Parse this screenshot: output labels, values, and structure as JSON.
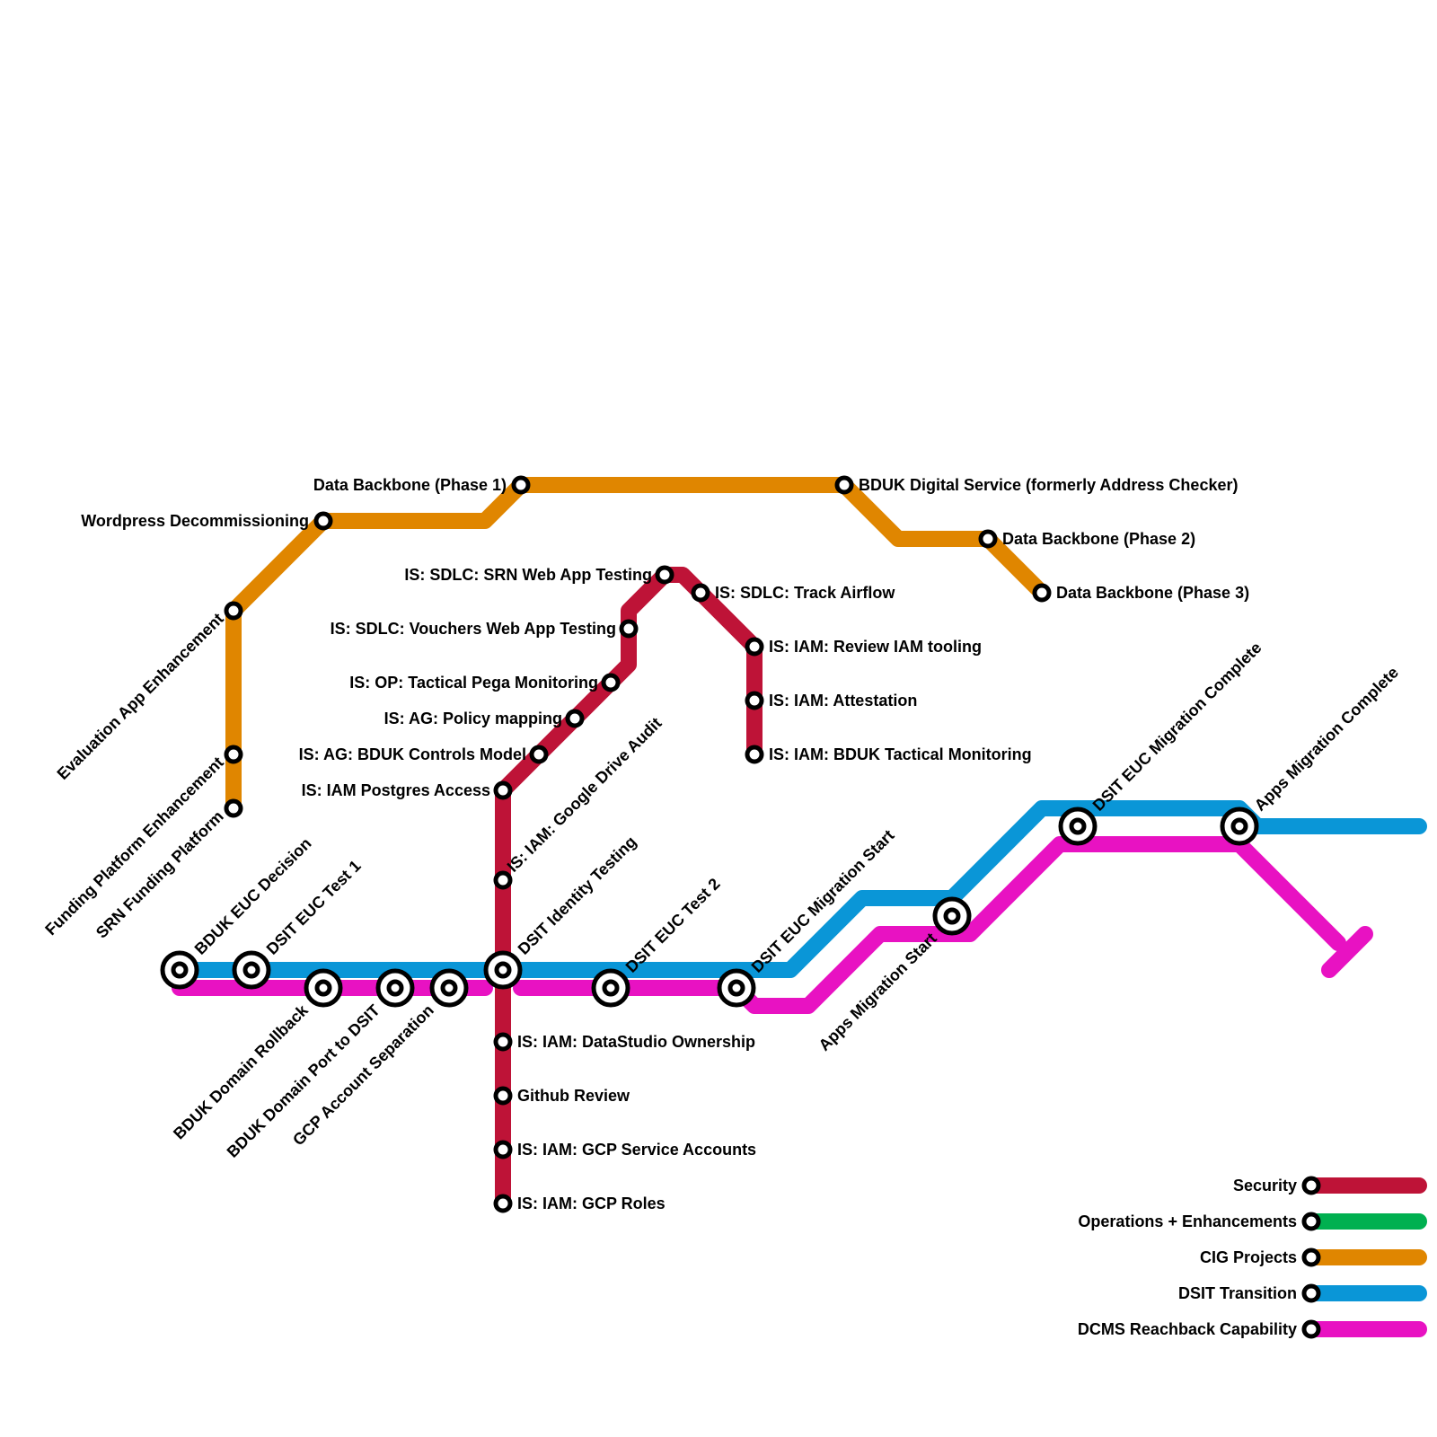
{
  "lines": {
    "security": {
      "color": "#be1337"
    },
    "operations": {
      "color": "#00b050"
    },
    "cig": {
      "color": "#e08600"
    },
    "dsit": {
      "color": "#0a96d7"
    },
    "dcms": {
      "color": "#e812c2"
    }
  },
  "stations": {
    "data_backbone_1": "Data Backbone (Phase 1)",
    "bduk_digital_service": "BDUK Digital Service (formerly Address Checker)",
    "wordpress_decom": "Wordpress Decommissioning",
    "data_backbone_2": "Data Backbone (Phase 2)",
    "data_backbone_3": "Data Backbone (Phase 3)",
    "evaluation_app": "Evaluation App Enhancement",
    "funding_platform": "Funding Platform Enhancement",
    "srn_funding": "SRN Funding Platform",
    "srn_web_app": "IS: SDLC: SRN Web App Testing",
    "track_airflow": "IS: SDLC: Track Airflow",
    "vouchers_web_app": "IS: SDLC: Vouchers Web App Testing",
    "review_iam": "IS: IAM: Review IAM  tooling",
    "pega_monitoring": "IS: OP: Tactical Pega Monitoring",
    "attestation": "IS: IAM: Attestation",
    "policy_mapping": "IS: AG: Policy mapping",
    "bduk_controls": "IS: AG: BDUK Controls Model",
    "bduk_tactical": "IS: IAM: BDUK  Tactical Monitoring",
    "postgres_access": "IS: IAM Postgres Access",
    "google_drive_audit": "IS: IAM: Google Drive Audit",
    "dsit_identity": "DSIT Identity Testing",
    "datastudio": "IS: IAM: DataStudio  Ownership",
    "github_review": "Github Review",
    "gcp_service_accounts": "IS: IAM: GCP Service Accounts",
    "gcp_roles": "IS: IAM: GCP Roles",
    "bduk_euc_decision": "BDUK EUC Decision",
    "dsit_euc_test1": "DSIT EUC Test 1",
    "bduk_domain_rollback": "BDUK Domain Rollback",
    "bduk_domain_port": "BDUK Domain Port to DSIT",
    "gcp_account_sep": "GCP Account Separation",
    "dsit_euc_test2": "DSIT EUC Test 2",
    "dsit_euc_migration_start": "DSIT EUC Migration Start",
    "apps_migration_start": "Apps Migration Start",
    "dsit_euc_migration_complete": "DSIT EUC Migration Complete",
    "apps_migration_complete": "Apps Migration Complete"
  },
  "legend": [
    {
      "label": "Security",
      "color": "#be1337"
    },
    {
      "label": "Operations + Enhancements",
      "color": "#00b050"
    },
    {
      "label": "CIG Projects",
      "color": "#e08600"
    },
    {
      "label": "DSIT Transition",
      "color": "#0a96d7"
    },
    {
      "label": "DCMS Reachback Capability",
      "color": "#e812c2"
    }
  ]
}
